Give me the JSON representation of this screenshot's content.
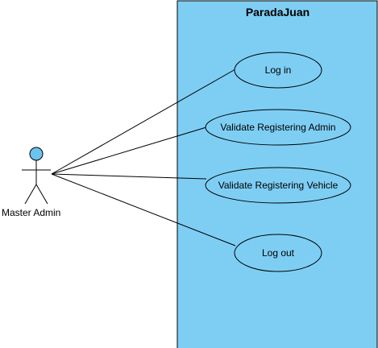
{
  "system": {
    "title": "ParadaJuan",
    "fill": "#7ecef4",
    "stroke": "#000000"
  },
  "actor": {
    "name": "Master Admin",
    "head_fill": "#6cc4ee"
  },
  "use_cases": [
    {
      "label": "Log in"
    },
    {
      "label": "Validate Registering Admin"
    },
    {
      "label": "Validate Registering Vehicle"
    },
    {
      "label": "Log out"
    }
  ]
}
